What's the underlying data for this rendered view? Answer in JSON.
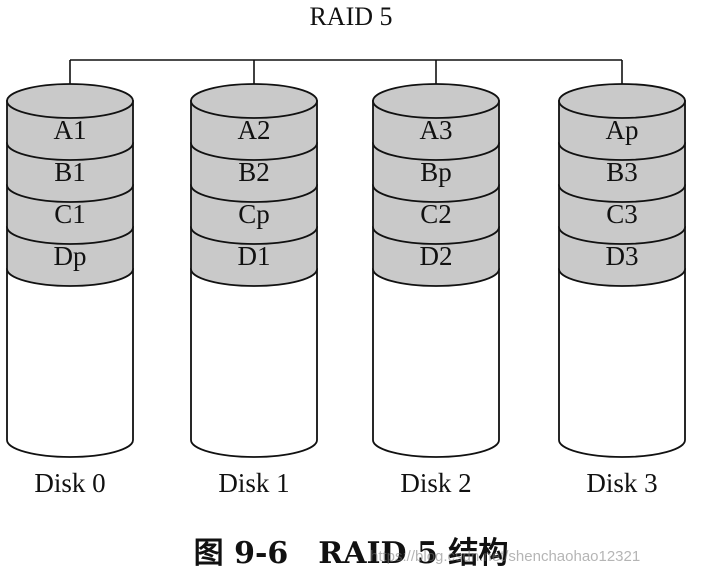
{
  "title": "RAID 5",
  "disks": [
    {
      "label": "Disk 0",
      "blocks": [
        "A1",
        "B1",
        "C1",
        "Dp"
      ]
    },
    {
      "label": "Disk 1",
      "blocks": [
        "A2",
        "B2",
        "Cp",
        "D1"
      ]
    },
    {
      "label": "Disk 2",
      "blocks": [
        "A3",
        "Bp",
        "C2",
        "D2"
      ]
    },
    {
      "label": "Disk 3",
      "blocks": [
        "Ap",
        "B3",
        "C3",
        "D3"
      ]
    }
  ],
  "caption": "图 9-6　RAID 5 结构",
  "watermark": "https://blog.csdn.net/shenchaohao12321",
  "colors": {
    "block_fill": "#c9c9c9",
    "empty_fill": "#ffffff",
    "stroke": "#111111",
    "text": "#111111"
  }
}
